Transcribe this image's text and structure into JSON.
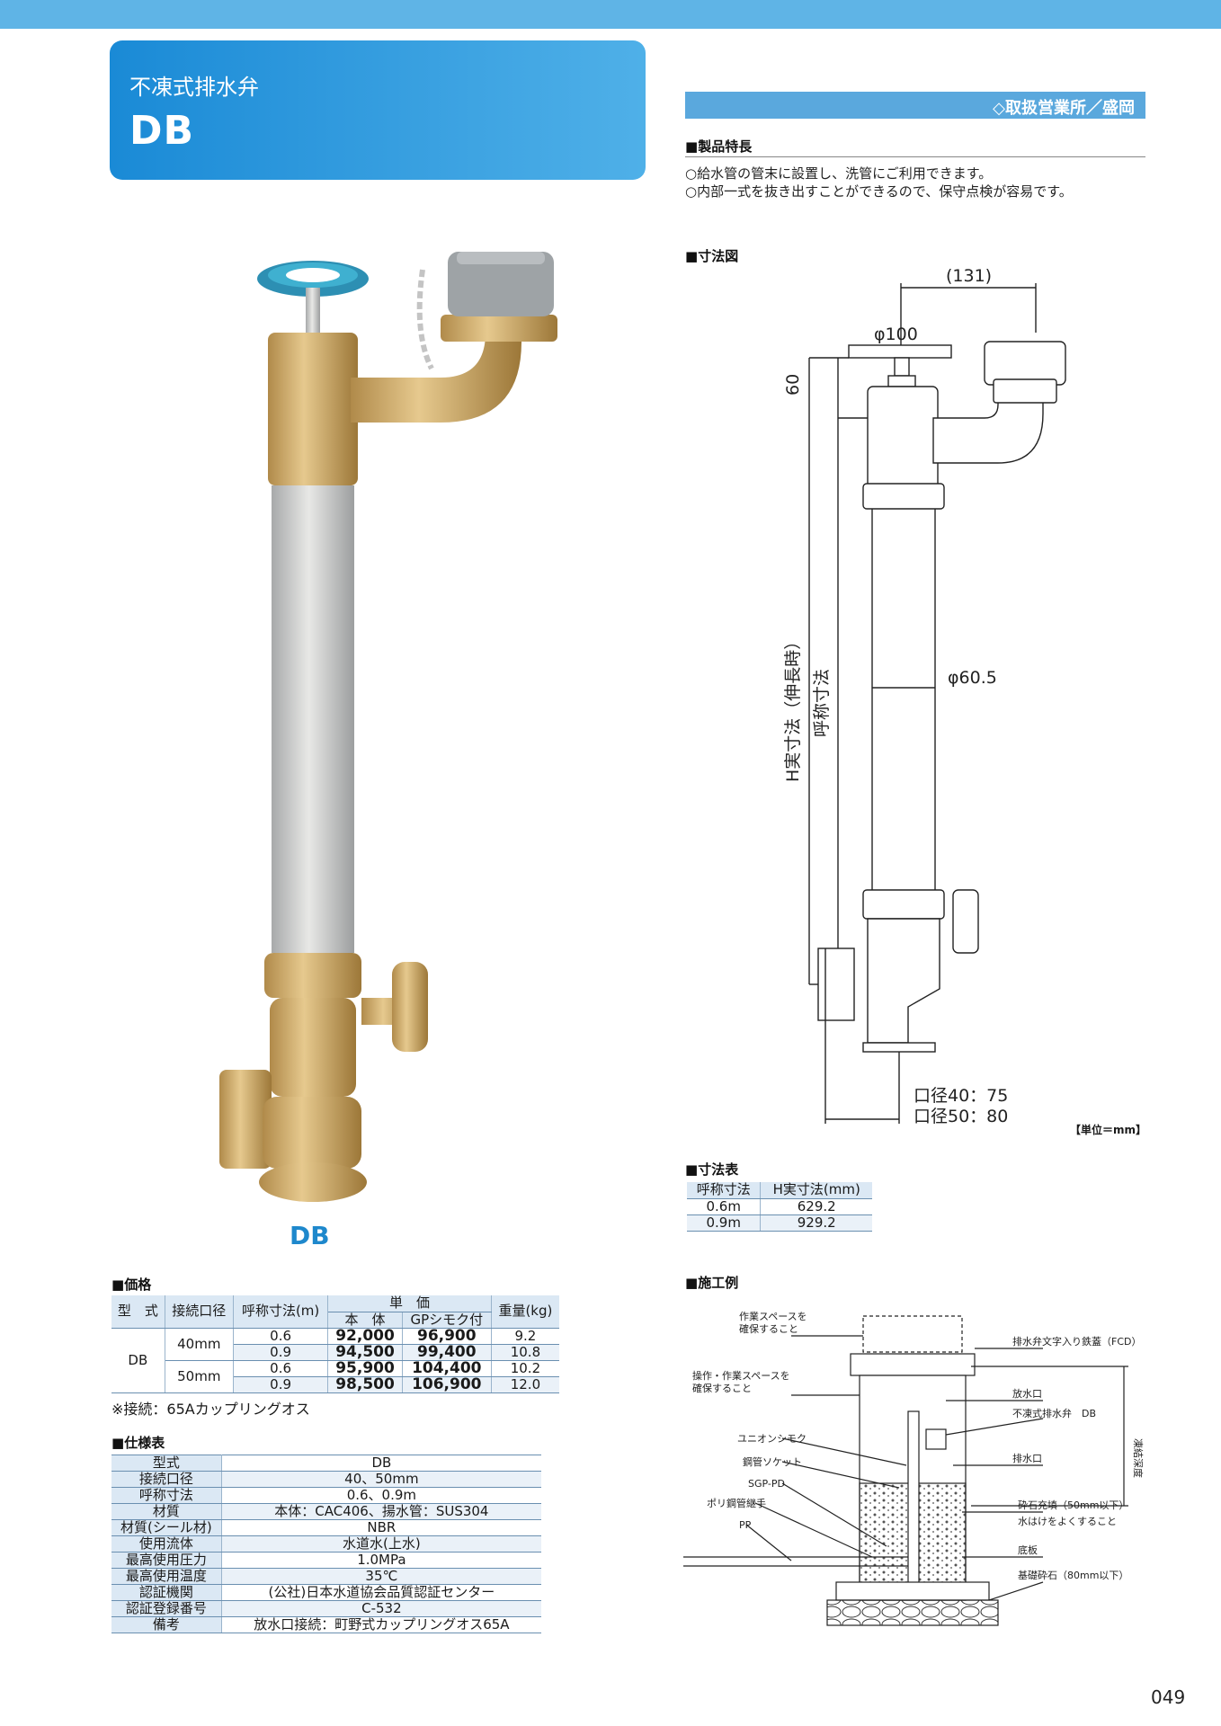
{
  "header": {
    "subtitle": "不凍式排水弁",
    "title": "DB",
    "office": "◇取扱営業所／盛岡"
  },
  "features": {
    "heading": "製品特長",
    "lines": [
      "○給水管の管末に設置し、洗管にご利用できます。",
      "○内部一式を抜き出すことができるので、保守点検が容易です。"
    ]
  },
  "dimension_drawing": {
    "heading": "寸法図",
    "labels": {
      "offset": "(131)",
      "wheel_dia": "φ100",
      "top_h": "60",
      "pipe_dia": "φ60.5",
      "h_actual": "H実寸法（伸長時）",
      "nominal": "呼称寸法",
      "bore40": "口径40：75",
      "bore50": "口径50：80"
    },
    "unit": "【単位＝mm】"
  },
  "photo": {
    "label": "DB"
  },
  "dimension_table": {
    "heading": "寸法表",
    "headers": [
      "呼称寸法",
      "H実寸法(mm)"
    ],
    "rows": [
      [
        "0.6m",
        "629.2"
      ],
      [
        "0.9m",
        "929.2"
      ]
    ]
  },
  "price": {
    "heading": "価格",
    "headers": {
      "model": "型　式",
      "bore": "接続口径",
      "nominal": "呼称寸法(m)",
      "unit_price": "単　価",
      "body": "本　体",
      "gp": "GPシモク付",
      "weight": "重量(kg)"
    },
    "model": "DB",
    "groups": [
      {
        "bore": "40mm",
        "rows": [
          {
            "nominal": "0.6",
            "body": "92,000",
            "gp": "96,900",
            "weight": "9.2"
          },
          {
            "nominal": "0.9",
            "body": "94,500",
            "gp": "99,400",
            "weight": "10.8"
          }
        ]
      },
      {
        "bore": "50mm",
        "rows": [
          {
            "nominal": "0.6",
            "body": "95,900",
            "gp": "104,400",
            "weight": "10.2"
          },
          {
            "nominal": "0.9",
            "body": "98,500",
            "gp": "106,900",
            "weight": "12.0"
          }
        ]
      }
    ],
    "note": "※接続：65Aカップリングオス"
  },
  "spec": {
    "heading": "仕様表",
    "rows": [
      [
        "型式",
        "DB"
      ],
      [
        "接続口径",
        "40、50mm"
      ],
      [
        "呼称寸法",
        "0.6、0.9m"
      ],
      [
        "材質",
        "本体：CAC406、揚水管：SUS304"
      ],
      [
        "材質(シール材)",
        "NBR"
      ],
      [
        "使用流体",
        "水道水(上水)"
      ],
      [
        "最高使用圧力",
        "1.0MPa"
      ],
      [
        "最高使用温度",
        "35℃"
      ],
      [
        "認証機関",
        "(公社)日本水道協会品質認証センター"
      ],
      [
        "認証登録番号",
        "C-532"
      ],
      [
        "備考",
        "放水口接続：町野式カップリングオス65A"
      ]
    ]
  },
  "install": {
    "heading": "施工例",
    "labels": {
      "work_space": "作業スペースを",
      "work_space2": "確保すること",
      "op_space": "操作・作業スペースを",
      "op_space2": "確保すること",
      "union": "ユニオンシモク",
      "socket": "鋼管ソケット",
      "sgp": "SGP-PD",
      "poly": "ポリ鋼管継手",
      "pp": "PP",
      "cover": "排水弁文字入り鉄蓋（FCD）",
      "outlet": "放水口",
      "valve": "不凍式排水弁　DB",
      "drain": "排水口",
      "gravel": "砕石充填（50mm以下）",
      "drainage": "水はけをよくすること",
      "base": "底板",
      "base_gravel": "基礎砕石（80mm以下）",
      "frost": "凍結深度"
    }
  },
  "page": {
    "number": "049"
  },
  "colors": {
    "accent": "#1e88cc",
    "bar": "#5fb4e6",
    "table_head": "#dbe8f4"
  }
}
